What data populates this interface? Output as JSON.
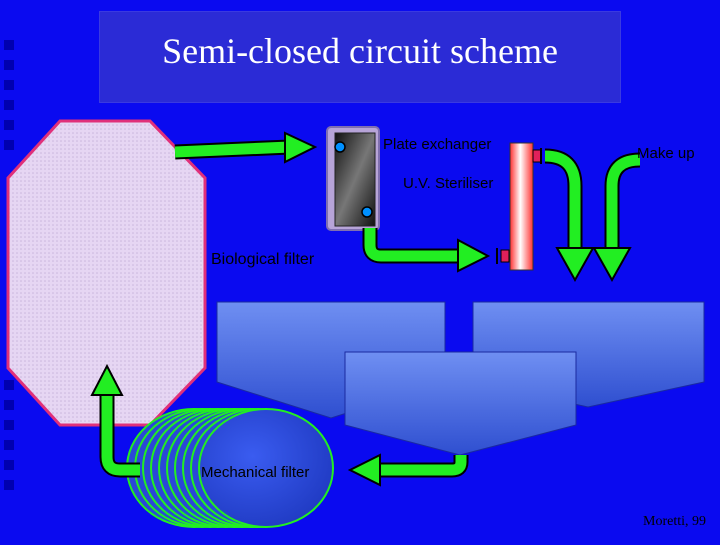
{
  "title": "Semi-closed circuit scheme",
  "labels": {
    "plate_exchanger": "Plate exchanger",
    "make_up": "Make up",
    "uv_steriliser": "U.V. Steriliser",
    "biological_filter": "Biological filter",
    "mechanical_filter": "Mechanical filter"
  },
  "credit": "Moretti, 99",
  "colors": {
    "background": "#0a0af0",
    "tank": "#e8d7f2",
    "tank_border": "#e0307a",
    "pipe": "#22ee22",
    "filter_blue": "#4a6ae0"
  }
}
